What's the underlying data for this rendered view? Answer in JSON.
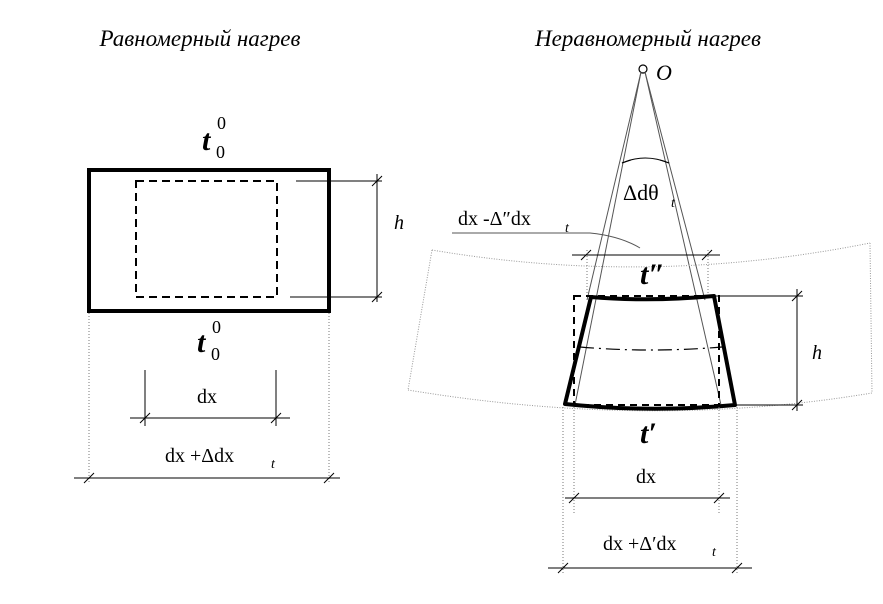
{
  "uniform": {
    "title": "Равномерный нагрев",
    "top_temp": "t",
    "top_temp_sub": "0",
    "top_temp_sup": "0",
    "bottom_temp": "t",
    "bottom_temp_sub": "0",
    "bottom_temp_sup": "0",
    "height_label": "h",
    "dx_label": "dx",
    "dx_total_label": "dx +Δdx",
    "dx_total_sub": "t"
  },
  "nonuniform": {
    "title": "Неравномерный нагрев",
    "center_label": "O",
    "angle_label": "Δdθ",
    "angle_sub": "t",
    "top_dx_label": "dx -Δ″dx",
    "top_dx_sub": "t",
    "top_temp": "t″",
    "bottom_temp": "t′",
    "height_label": "h",
    "dx_label": "dx",
    "dx_total_label": "dx +Δ′dx",
    "dx_total_sub": "t"
  }
}
